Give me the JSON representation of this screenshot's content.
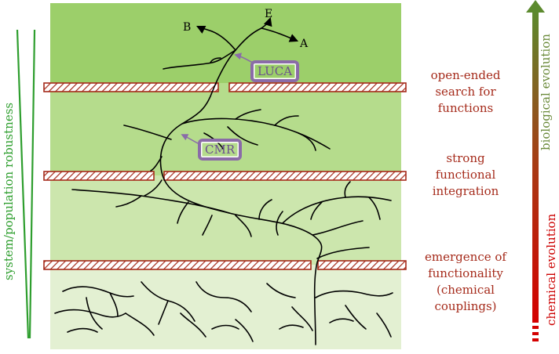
{
  "stages": [
    {
      "lines": [
        "open-ended",
        "search for",
        "functions"
      ]
    },
    {
      "lines": [
        "strong",
        "functional",
        "integration"
      ]
    },
    {
      "lines": [
        "emergence of",
        "functionality",
        "(chemical",
        "couplings)"
      ]
    }
  ],
  "axis_left": {
    "label": "system/population robustness",
    "color": "#2e9e2e"
  },
  "axis_right": {
    "top_label": "biological evolution",
    "bottom_label": "chemical evolution",
    "top_color": "#6a8a3a",
    "bottom_color": "#cc0000"
  },
  "tree": {
    "branch_labels": [
      "B",
      "E",
      "A"
    ],
    "markers": [
      "LUCA",
      "CMR"
    ],
    "marker_color": "#8a6ba8"
  },
  "colors": {
    "band_top": "#9ccf6a",
    "band_2": "#b5dc8c",
    "band_3": "#cce6ad",
    "band_bottom": "#e3f0d2",
    "barrier_stroke": "#a52a1a"
  }
}
